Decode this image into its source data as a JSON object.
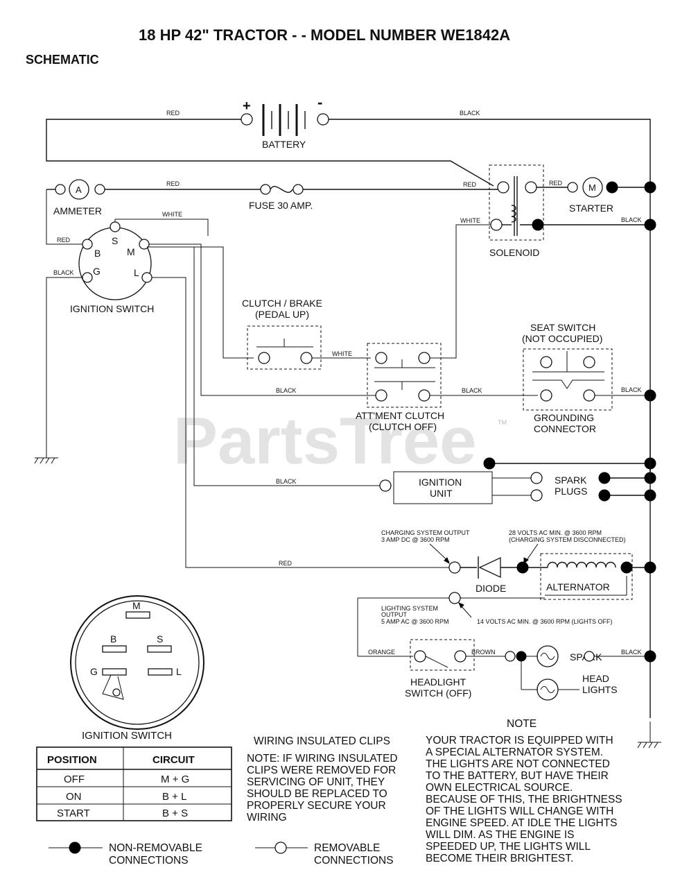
{
  "title": "18 HP 42\" TRACTOR - - MODEL NUMBER WE1842A",
  "subtitle": "SCHEMATIC",
  "watermark": "PartsTree",
  "watermark_tm": "TM",
  "components": {
    "battery": "BATTERY",
    "battery_plus": "+",
    "battery_minus": "-",
    "ammeter": "AMMETER",
    "ammeter_symbol": "A",
    "fuse": "FUSE 30 AMP.",
    "starter": "STARTER",
    "starter_symbol": "M",
    "solenoid": "SOLENOID",
    "ignition_switch": "IGNITION SWITCH",
    "ign_terminals": {
      "s": "S",
      "b": "B",
      "m": "M",
      "g": "G",
      "l": "L"
    },
    "clutch_brake_1": "CLUTCH / BRAKE",
    "clutch_brake_2": "(PEDAL UP)",
    "seat_switch_1": "SEAT SWITCH",
    "seat_switch_2": "(NOT OCCUPIED)",
    "attment_clutch_1": "ATT'MENT CLUTCH",
    "attment_clutch_2": "(CLUTCH OFF)",
    "grounding_1": "GROUNDING",
    "grounding_2": "CONNECTOR",
    "ignition_unit_1": "IGNITION",
    "ignition_unit_2": "UNIT",
    "spark_plugs_1": "SPARK",
    "spark_plugs_2": "PLUGS",
    "diode": "DIODE",
    "alternator": "ALTERNATOR",
    "headlight_switch_1": "HEADLIGHT",
    "headlight_switch_2": "SWITCH (OFF)",
    "spark_1": "SPARK",
    "head_lights_1": "HEAD",
    "head_lights_2": "LIGHTS"
  },
  "wire_labels": {
    "red_battery": "RED",
    "black_battery": "BLACK",
    "red_fuse": "RED",
    "red_solenoid": "RED",
    "red_starter": "RED",
    "white_ign": "WHITE",
    "white_solenoid": "WHITE",
    "black_solenoid": "BLACK",
    "red_ign_b": "RED",
    "black_ign_g": "BLACK",
    "white_clutch": "WHITE",
    "black_clutch": "BLACK",
    "black_attment": "BLACK",
    "black_seat": "BLACK",
    "black_ign_unit": "BLACK",
    "red_charging": "RED",
    "orange": "ORANGE",
    "brown": "BROWN",
    "black_lights": "BLACK"
  },
  "annotations": {
    "charging_1": "CHARGING SYSTEM OUTPUT",
    "charging_2": "3 AMP DC @ 3600 RPM",
    "volts28_1": "28 VOLTS AC MIN. @ 3600 RPM",
    "volts28_2": "(CHARGING SYSTEM DISCONNECTED)",
    "lighting_1": "LIGHTING SYSTEM",
    "lighting_2": "OUTPUT",
    "lighting_3": "5 AMP AC @ 3600 RPM",
    "volts14": "14 VOLTS AC MIN. @ 3600 RPM (LIGHTS OFF)"
  },
  "switch_face": {
    "title": "IGNITION SWITCH",
    "m": "M",
    "b": "B",
    "s": "S",
    "g": "G",
    "l": "L"
  },
  "table": {
    "headers": [
      "POSITION",
      "CIRCUIT"
    ],
    "rows": [
      [
        "OFF",
        "M + G"
      ],
      [
        "ON",
        "B + L"
      ],
      [
        "START",
        "B + S"
      ]
    ]
  },
  "clips_note": {
    "title": "WIRING INSULATED CLIPS",
    "lines": [
      "NOTE: IF WIRING INSULATED",
      "CLIPS WERE REMOVED FOR",
      "SERVICING OF UNIT, THEY",
      "SHOULD BE REPLACED TO",
      "PROPERLY SECURE YOUR",
      "WIRING"
    ]
  },
  "main_note": {
    "title": "NOTE",
    "lines": [
      "YOUR TRACTOR IS EQUIPPED WITH",
      "A SPECIAL ALTERNATOR SYSTEM.",
      "THE LIGHTS ARE NOT CONNECTED",
      "TO  THE BATTERY, BUT HAVE THEIR",
      "OWN ELECTRICAL SOURCE.",
      "BECAUSE OF THIS, THE BRIGHTNESS",
      "OF THE LIGHTS WILL CHANGE WITH",
      "ENGINE SPEED.  AT IDLE THE LIGHTS",
      "WILL DIM.  AS THE ENGINE IS",
      "SPEEDED UP, THE LIGHTS WILL",
      "BECOME THEIR BRIGHTEST."
    ]
  },
  "legend": {
    "non_removable_1": "NON-REMOVABLE",
    "non_removable_2": "CONNECTIONS",
    "removable_1": "REMOVABLE",
    "removable_2": "CONNECTIONS"
  }
}
